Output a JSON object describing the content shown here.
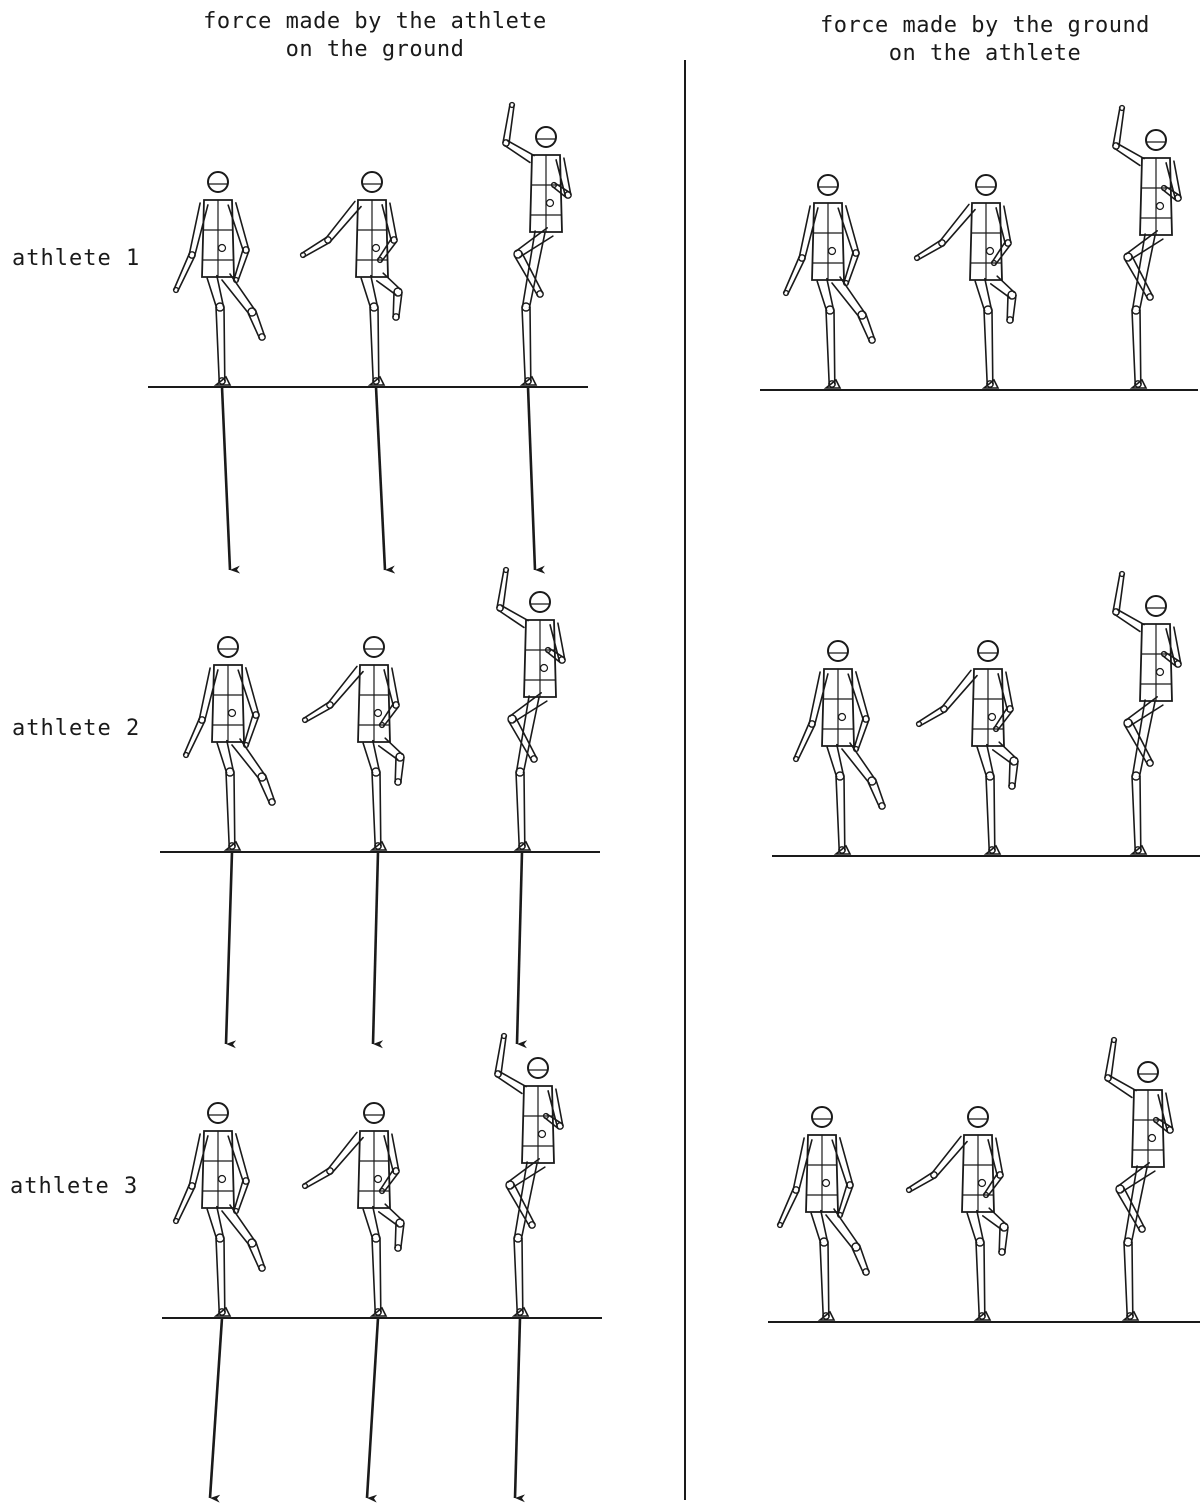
{
  "headers": {
    "left": {
      "line1": "force made by the athlete",
      "line2": "on the ground"
    },
    "right": {
      "line1": "force made by the ground",
      "line2": "on the athlete"
    }
  },
  "rows": [
    {
      "label": "athlete 1"
    },
    {
      "label": "athlete 2"
    },
    {
      "label": "athlete 3"
    }
  ],
  "colors": {
    "ink": "#1a1a1a",
    "background": "#ffffff"
  }
}
